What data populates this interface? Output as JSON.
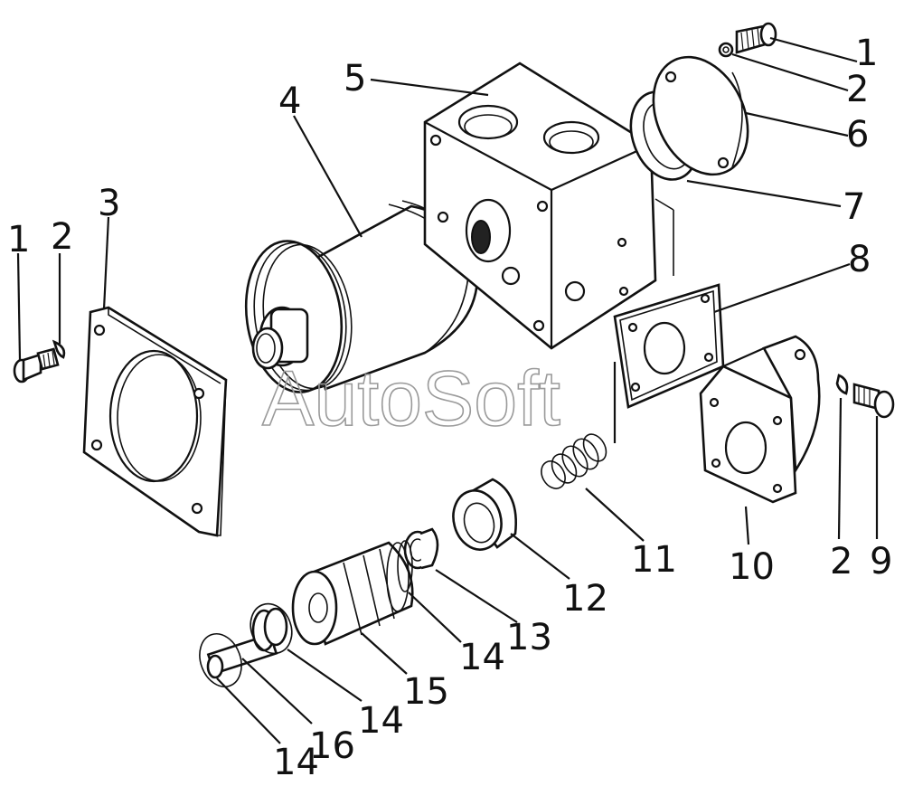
{
  "watermark": "AutoSoft",
  "callouts": [
    {
      "id": "c1-right",
      "text": "1"
    },
    {
      "id": "c2-right-top",
      "text": "2"
    },
    {
      "id": "c6",
      "text": "6"
    },
    {
      "id": "c7",
      "text": "7"
    },
    {
      "id": "c8",
      "text": "8"
    },
    {
      "id": "c5",
      "text": "5"
    },
    {
      "id": "c4",
      "text": "4"
    },
    {
      "id": "c3",
      "text": "3"
    },
    {
      "id": "c1-left",
      "text": "1"
    },
    {
      "id": "c2-left",
      "text": "2"
    },
    {
      "id": "c11",
      "text": "11"
    },
    {
      "id": "c10",
      "text": "10"
    },
    {
      "id": "c2-bottom",
      "text": "2"
    },
    {
      "id": "c9",
      "text": "9"
    },
    {
      "id": "c12",
      "text": "12"
    },
    {
      "id": "c13",
      "text": "13"
    },
    {
      "id": "c14-a",
      "text": "14"
    },
    {
      "id": "c15",
      "text": "15"
    },
    {
      "id": "c14-b",
      "text": "14"
    },
    {
      "id": "c16",
      "text": "16"
    },
    {
      "id": "c14-c",
      "text": "14"
    }
  ]
}
